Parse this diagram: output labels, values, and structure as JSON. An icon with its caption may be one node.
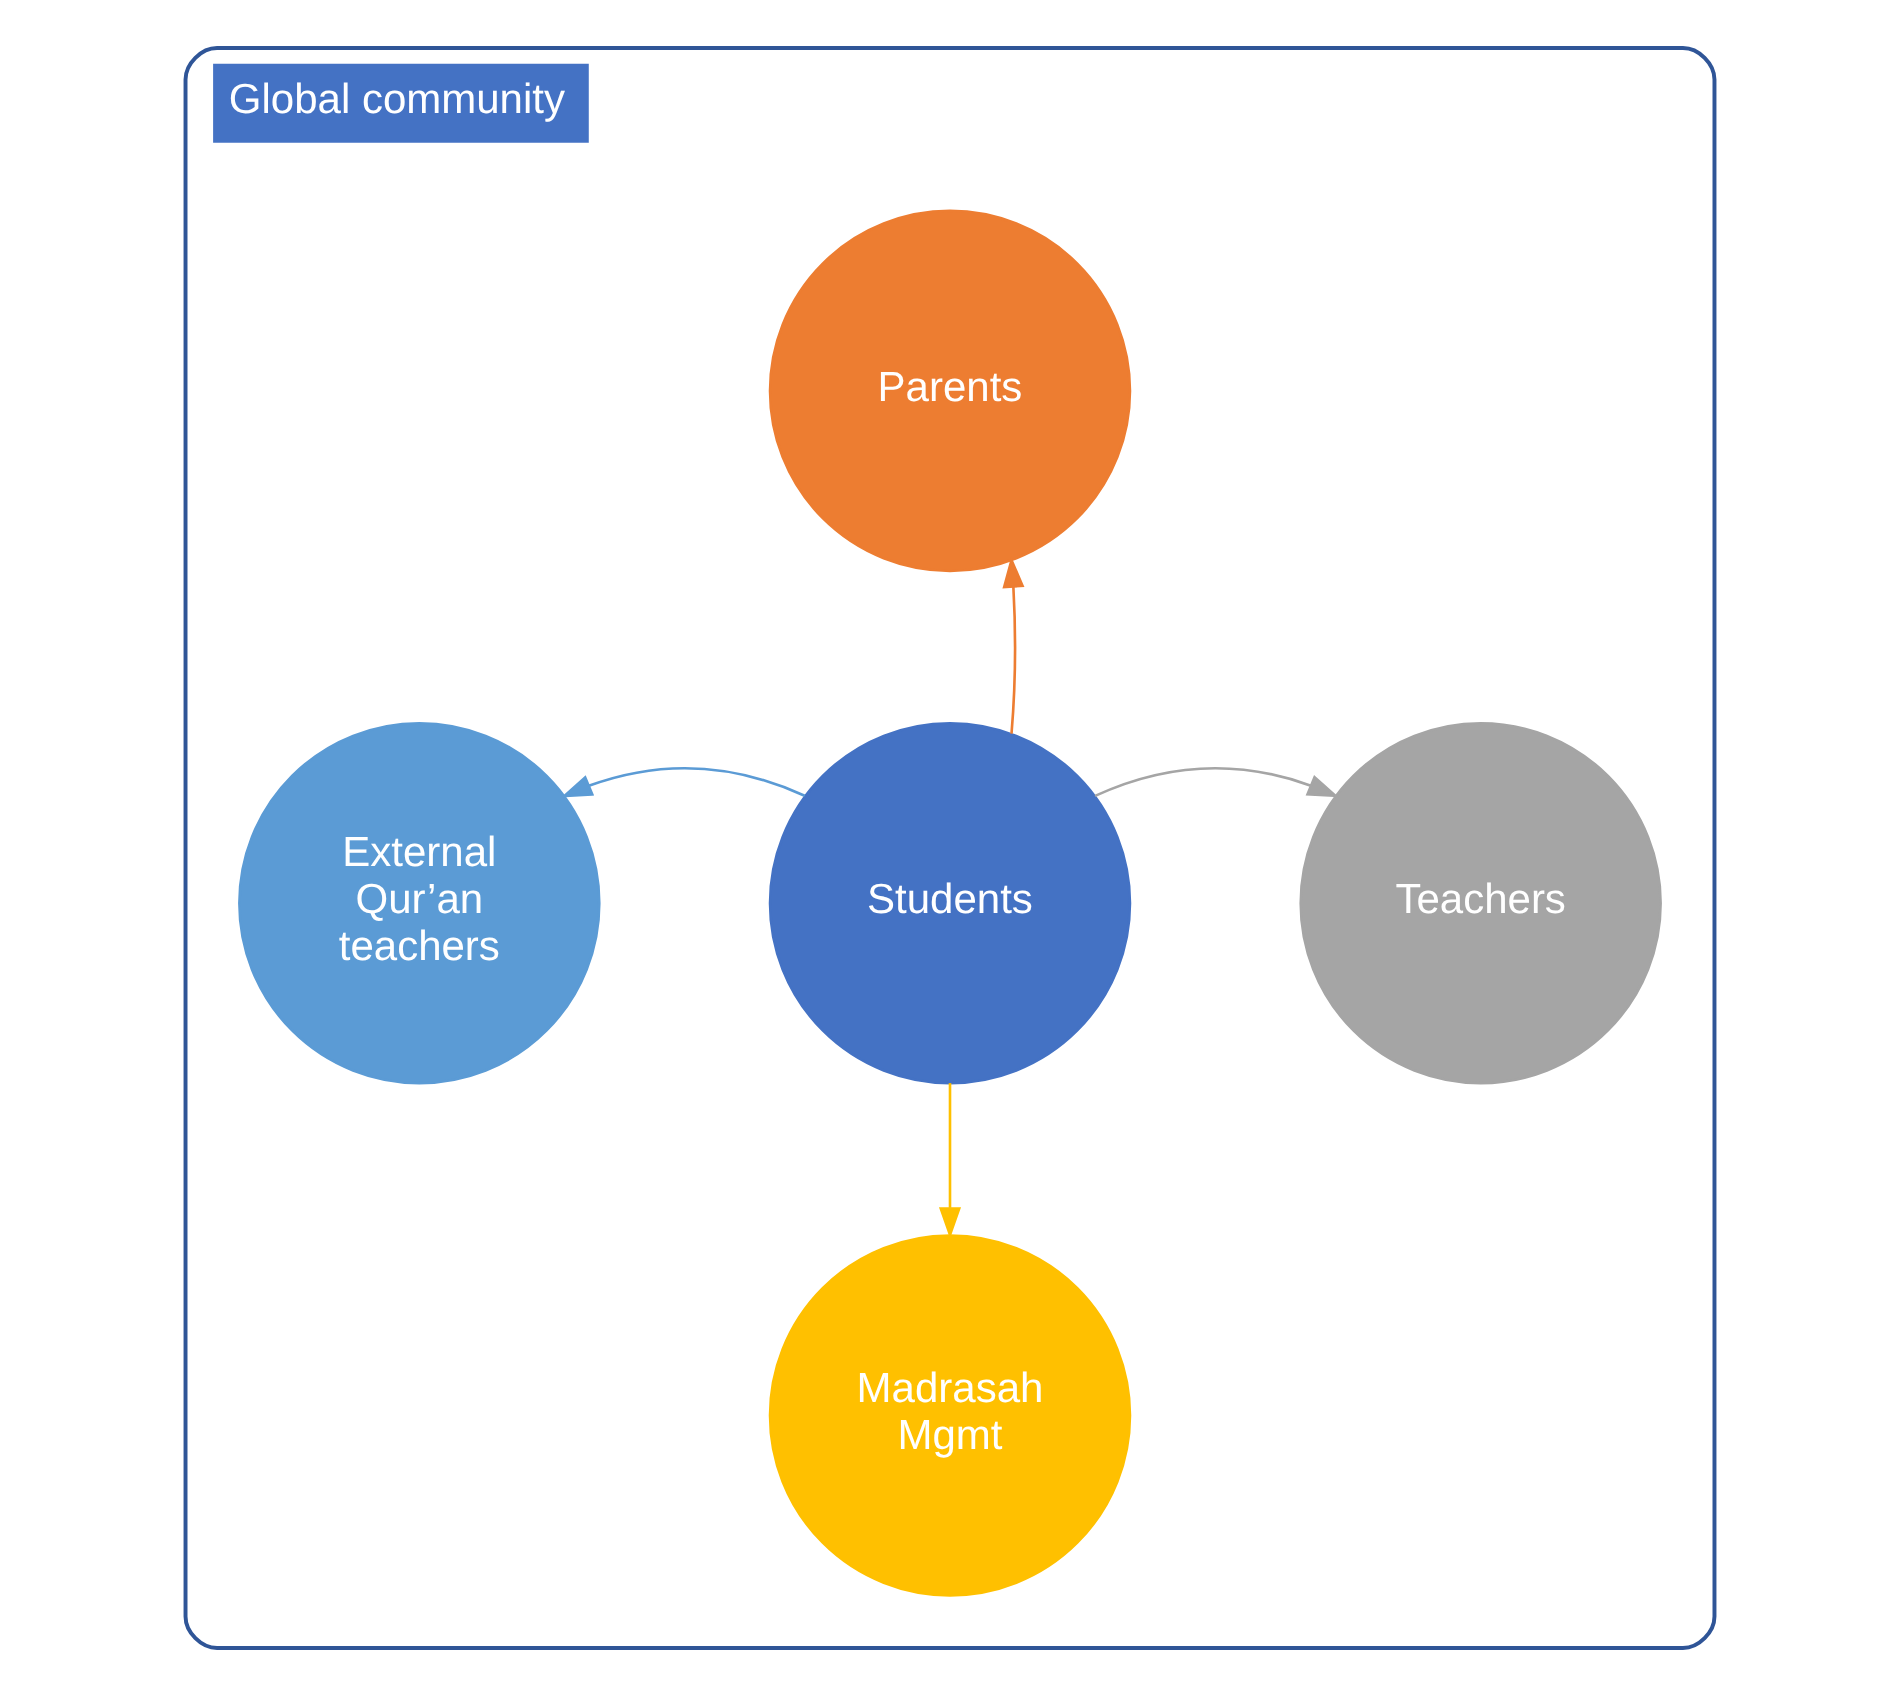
{
  "diagram": {
    "nodes": [
      {
        "text": [
          "Global community"
        ]
      },
      {
        "text": [
          "Parents"
        ],
        "in": 0
      },
      {
        "text": [
          "External Qur’an teachers"
        ],
        "in": 0
      },
      {
        "text": [
          "Students"
        ],
        "in": 0
      },
      {
        "text": [
          "Teachers"
        ],
        "in": 0
      },
      {
        "text": [
          "Madrasah Mgmt"
        ],
        "in": 0
      }
    ],
    "edges": [
      {
        "from": 3,
        "to": 1,
        "arrow": "to",
        "color": "#ed7d31"
      },
      {
        "from": 3,
        "to": 2,
        "arrow": "to",
        "color": "#5b9bd5"
      },
      {
        "from": 3,
        "to": 4,
        "arrow": "to",
        "color": "#a5a5a5"
      },
      {
        "from": 3,
        "to": 5,
        "arrow": "to",
        "color": "#ffc000"
      }
    ]
  }
}
